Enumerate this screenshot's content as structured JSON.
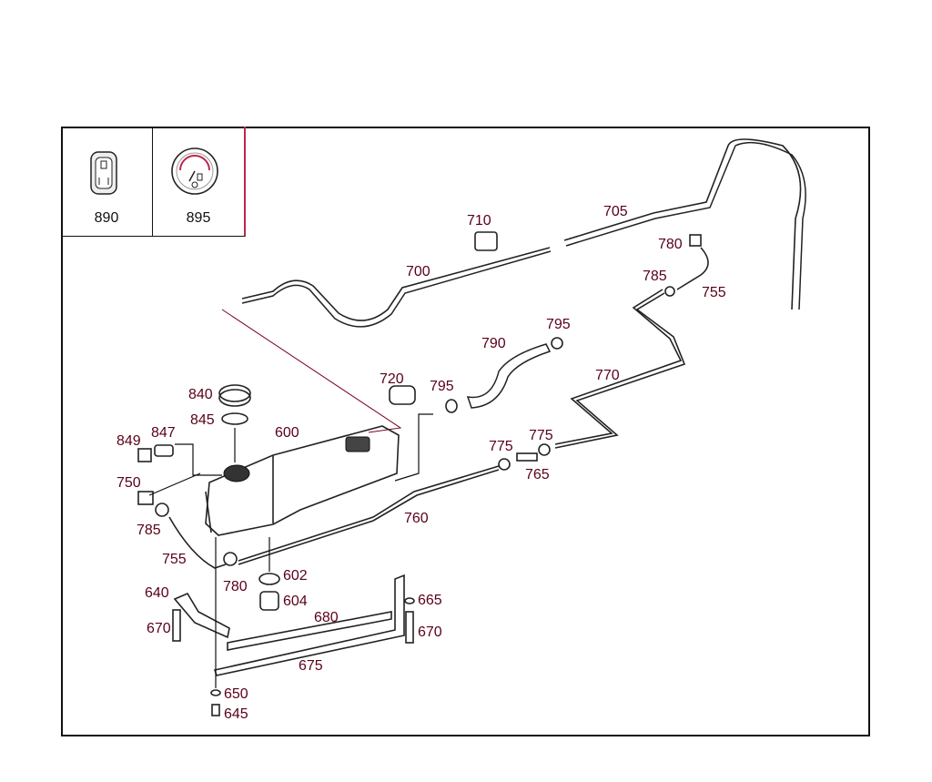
{
  "inset": {
    "item1": {
      "number": "890",
      "icon": "fuel-switch-icon"
    },
    "item2": {
      "number": "895",
      "icon": "fuel-gauge-icon"
    }
  },
  "callouts": [
    "700",
    "705",
    "710",
    "780",
    "785",
    "755",
    "795",
    "790",
    "720",
    "795",
    "770",
    "840",
    "845",
    "600",
    "849",
    "847",
    "750",
    "785",
    "755",
    "780",
    "602",
    "604",
    "640",
    "670",
    "680",
    "665",
    "670",
    "675",
    "650",
    "645",
    "775",
    "775",
    "765",
    "760"
  ],
  "colors": {
    "frame": "#111111",
    "accent": "#c0264a",
    "label": "#5a0018"
  }
}
